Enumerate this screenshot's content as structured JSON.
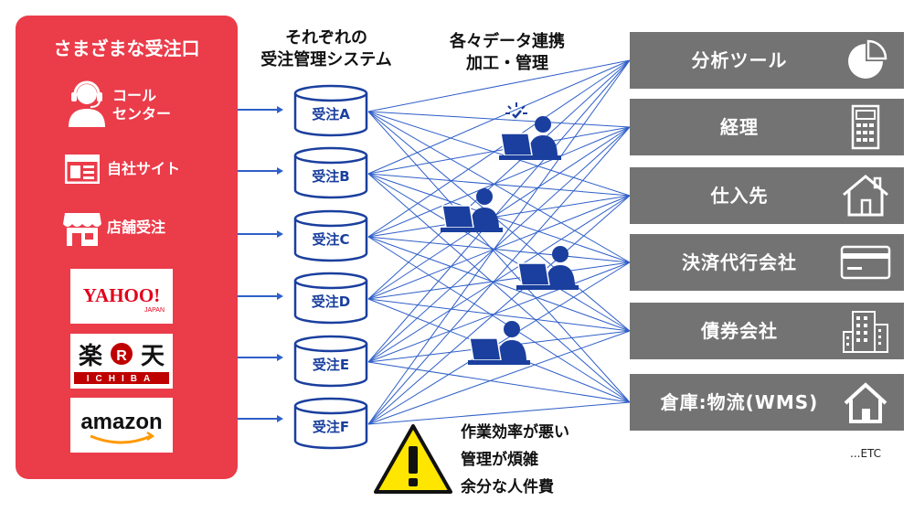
{
  "left_panel": {
    "title": "さまざまな受注口",
    "sources": [
      {
        "label": "コール\nセンター",
        "icon": "call-center-icon"
      },
      {
        "label": "自社サイト",
        "icon": "website-icon"
      },
      {
        "label": "店舗受注",
        "icon": "store-icon"
      }
    ],
    "logos": [
      {
        "name": "yahoo-japan-logo",
        "text": "YAHOO!",
        "sub": "JAPAN"
      },
      {
        "name": "rakuten-ichiba-logo",
        "text": "楽",
        "mark": "R",
        "text2": "天",
        "sub": "ICHIBA"
      },
      {
        "name": "amazon-logo",
        "text": "amazon"
      }
    ]
  },
  "middle": {
    "title": "それぞれの\n受注管理システム",
    "systems": [
      "受注A",
      "受注B",
      "受注C",
      "受注D",
      "受注E",
      "受注F"
    ]
  },
  "process": {
    "title": "各々データ連携\n加工・管理"
  },
  "destinations": [
    {
      "label": "分析ツール",
      "icon": "pie-chart-icon"
    },
    {
      "label": "経理",
      "icon": "calculator-icon"
    },
    {
      "label": "仕入先",
      "icon": "house-icon"
    },
    {
      "label": "決済代行会社",
      "icon": "credit-card-icon"
    },
    {
      "label": "債券会社",
      "icon": "buildings-icon"
    },
    {
      "label": "倉庫:物流(WMS)",
      "icon": "home-icon"
    }
  ],
  "etc": "...ETC",
  "problems": [
    "作業効率が悪い",
    "管理が煩雑",
    "余分な人件費"
  ],
  "colors": {
    "panel": "#eb3c4a",
    "line": "#2f5fc8",
    "db": "#1a3f9e",
    "dest": "#737373",
    "warning": "#ffe600"
  }
}
